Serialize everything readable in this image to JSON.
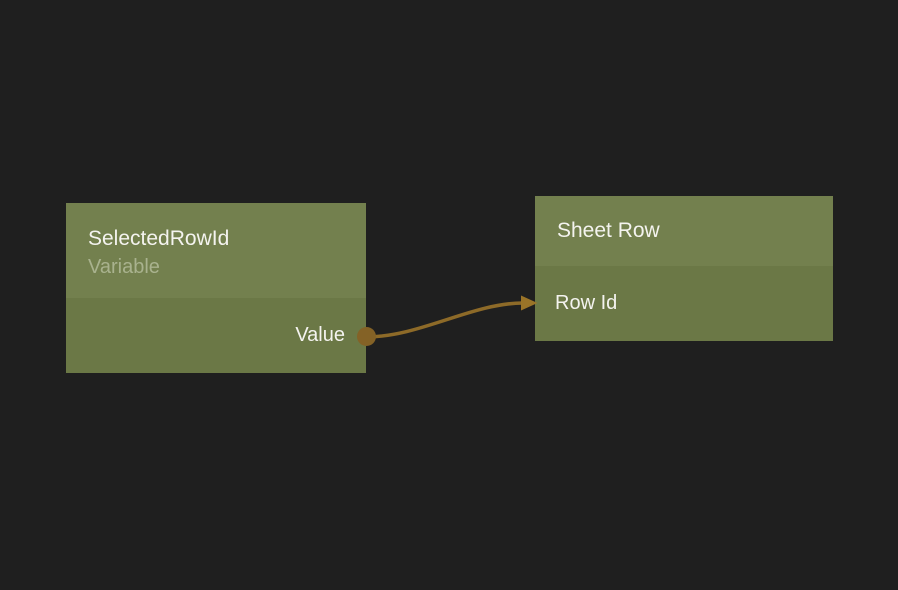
{
  "colors": {
    "canvas-bg": "#1f1f1f",
    "node-header": "#73804e",
    "node-body": "#6b7846",
    "title-text": "#f4f3ef",
    "subtitle-text": "#a9b28e",
    "wire": "#8d6a28",
    "port": "#846226",
    "arrow": "#9a7428"
  },
  "nodes": [
    {
      "title": "SelectedRowId",
      "subtitle": "Variable",
      "outputs": [
        {
          "label": "Value"
        }
      ]
    },
    {
      "title": "Sheet Row",
      "inputs": [
        {
          "label": "Row Id"
        }
      ]
    }
  ],
  "connection": {
    "from_node": "SelectedRowId",
    "from_port": "Value",
    "to_node": "Sheet Row",
    "to_port": "Row Id"
  }
}
